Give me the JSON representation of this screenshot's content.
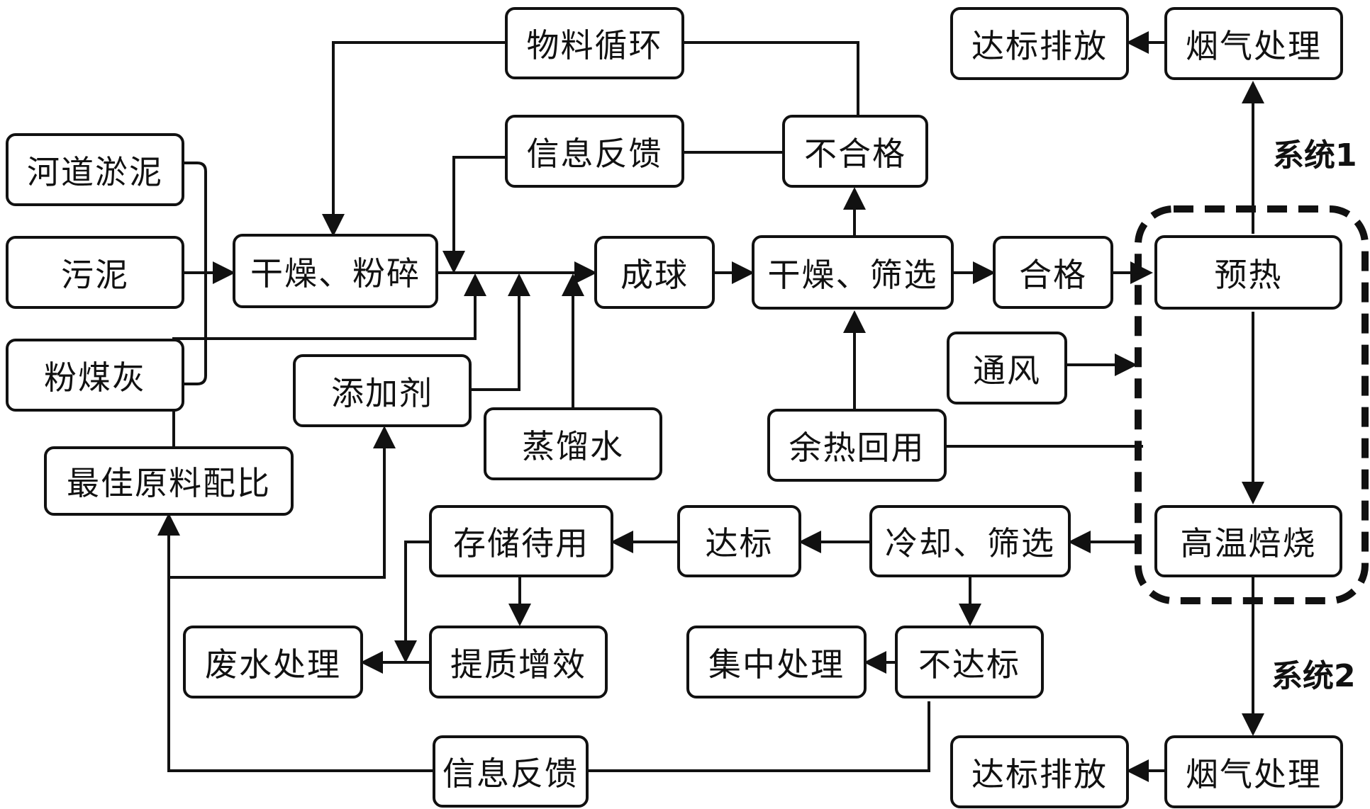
{
  "nodes": {
    "river_sludge": "河道淤泥",
    "sludge": "污泥",
    "fly_ash": "粉煤灰",
    "dry_crush": "干燥、粉碎",
    "material_cycle": "物料循环",
    "info_feedback_top": "信息反馈",
    "unqualified_top": "不合格",
    "pelletize": "成球",
    "dry_screen": "干燥、筛选",
    "qualified": "合格",
    "preheat": "预热",
    "ventilation": "通风",
    "waste_heat_reuse": "余热回用",
    "additive": "添加剂",
    "distilled_water": "蒸馏水",
    "best_ratio": "最佳原料配比",
    "store": "存储待用",
    "meets_standard": "达标",
    "cool_screen": "冷却、筛选",
    "high_temp_roast": "高温焙烧",
    "wastewater": "废水处理",
    "quality_upgrade": "提质增效",
    "centralized": "集中处理",
    "substandard": "不达标",
    "info_feedback_bottom": "信息反馈",
    "emission_top": "达标排放",
    "flue_gas_top": "烟气处理",
    "emission_bottom": "达标排放",
    "flue_gas_bottom": "烟气处理"
  },
  "labels": {
    "system1": "系统1",
    "system2": "系统2"
  }
}
